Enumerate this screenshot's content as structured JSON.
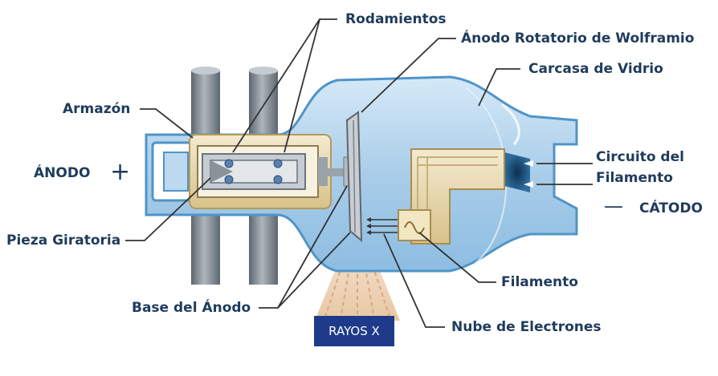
{
  "labels": {
    "rodamientos": "Rodamientos",
    "anodo_rotatorio": "Ánodo Rotatorio de Wolframio",
    "carcasa": "Carcasa de Vidrio",
    "armazon": "Armazón",
    "anodo": "ÁNODO",
    "circuito_line1": "Circuito del",
    "circuito_line2": "Filamento",
    "catodo": "CÁTODO",
    "pieza_giratoria": "Pieza Giratoria",
    "filamento": "Filamento",
    "base_anodo": "Base del Ánodo",
    "nube_electrones": "Nube de Electrones",
    "rayos_x": "RAYOS X"
  },
  "symbols": {
    "plus": "+",
    "minus": "—"
  },
  "colors": {
    "label_text": "#1f3b5c",
    "glass": "#bcd9ef",
    "glass_edge": "#5a9ccf",
    "metal": "#7d8790",
    "gold": "#e9d9a6",
    "xray_box": "#1f3a8a"
  }
}
